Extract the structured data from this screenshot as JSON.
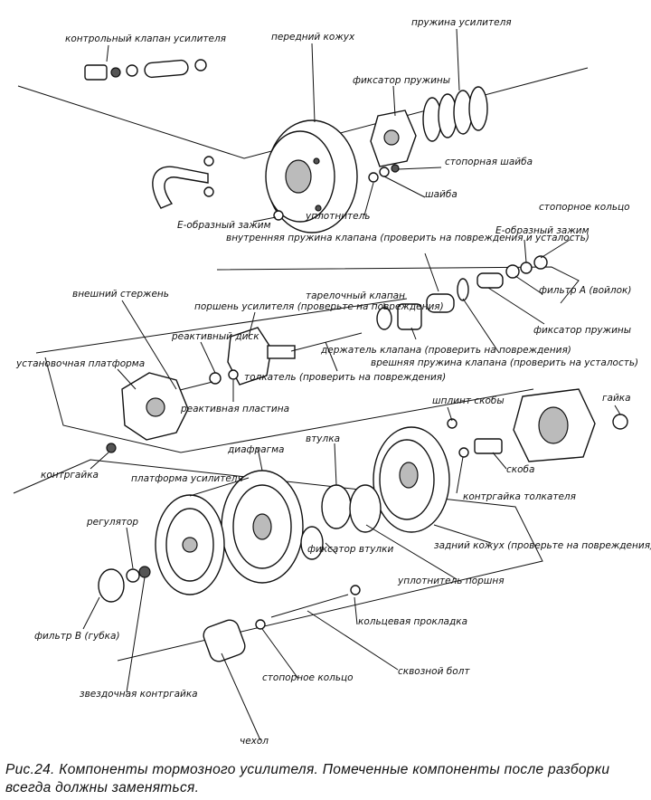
{
  "labels": {
    "control_valve": "контрольный клапан усилителя",
    "front_shell": "передний кожух",
    "booster_spring": "пружина усилителя",
    "spring_retainer": "фиксатор пружины",
    "stop_washer": "стопорная шайба",
    "washer": "шайба",
    "seal": "уплотнитель",
    "e_clip_1": "Е-образный зажим",
    "retaining_ring_1": "стопорное кольцо",
    "e_clip_2": "Е-образный зажим",
    "inner_valve_spring": "внутренняя пружина клапана (проверить на повреждения и усталость)",
    "filter_a": "фильтр А (войлок)",
    "outer_rod": "внешний стержень",
    "booster_piston": "поршень усилителя (проверьте на повреждения)",
    "poppet_valve": "тарелочный клапан",
    "reaction_disc": "реактивный диск",
    "valve_holder": "держатель клапана (проверить на повреждения)",
    "spring_retainer_2": "фиксатор пружины",
    "outer_valve_spring": "врешняя пружина клапана (проверить на усталость)",
    "mount_platform": "установочная платформа",
    "reaction_plate": "реактивная пластина",
    "push_rod": "толкатель (проверить на повреждения)",
    "cotter_pin": "шплинт скобы",
    "nut": "гайка",
    "locknut": "контргайка",
    "diaphragm": "диафрагма",
    "bushing": "втулка",
    "clevis": "скоба",
    "booster_platform": "платформа усилителя",
    "push_rod_locknut": "контргайка толкателя",
    "regulator": "регулятор",
    "bushing_retainer": "фиксатор втулки",
    "rear_shell": "задний кожух (проверьте на повреждения)",
    "piston_seal": "уплотнитель поршня",
    "filter_b": "фильтр В (губка)",
    "o_ring": "кольцевая прокладка",
    "star_locknut": "звездочная контргайка",
    "retaining_ring_2": "стопорное кольцо",
    "through_bolt": "сквозной болт",
    "boot": "чехол"
  },
  "caption": "Рис.24. Компоненты тормозного усилителя. Помеченные компоненты после разборки всегда должны заменяться."
}
